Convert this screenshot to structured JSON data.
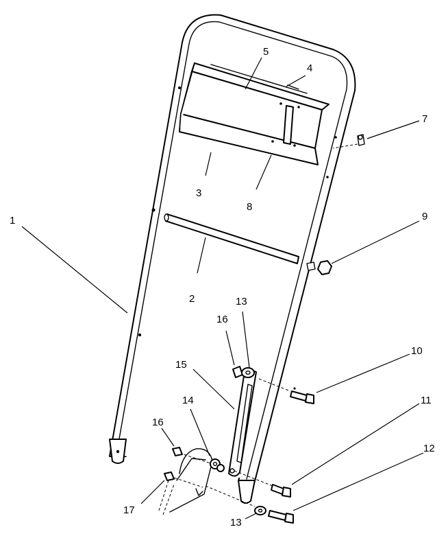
{
  "callouts": [
    {
      "id": "1",
      "text": "1"
    },
    {
      "id": "2",
      "text": "2"
    },
    {
      "id": "3",
      "text": "3"
    },
    {
      "id": "4",
      "text": "4"
    },
    {
      "id": "5",
      "text": "5"
    },
    {
      "id": "7",
      "text": "7"
    },
    {
      "id": "8",
      "text": "8"
    },
    {
      "id": "9",
      "text": "9"
    },
    {
      "id": "10",
      "text": "10"
    },
    {
      "id": "11",
      "text": "11"
    },
    {
      "id": "12",
      "text": "12"
    },
    {
      "id": "13a",
      "text": "13"
    },
    {
      "id": "13b",
      "text": "13"
    },
    {
      "id": "14",
      "text": "14"
    },
    {
      "id": "15",
      "text": "15"
    },
    {
      "id": "16a",
      "text": "16"
    },
    {
      "id": "16b",
      "text": "16"
    },
    {
      "id": "17",
      "text": "17"
    }
  ]
}
